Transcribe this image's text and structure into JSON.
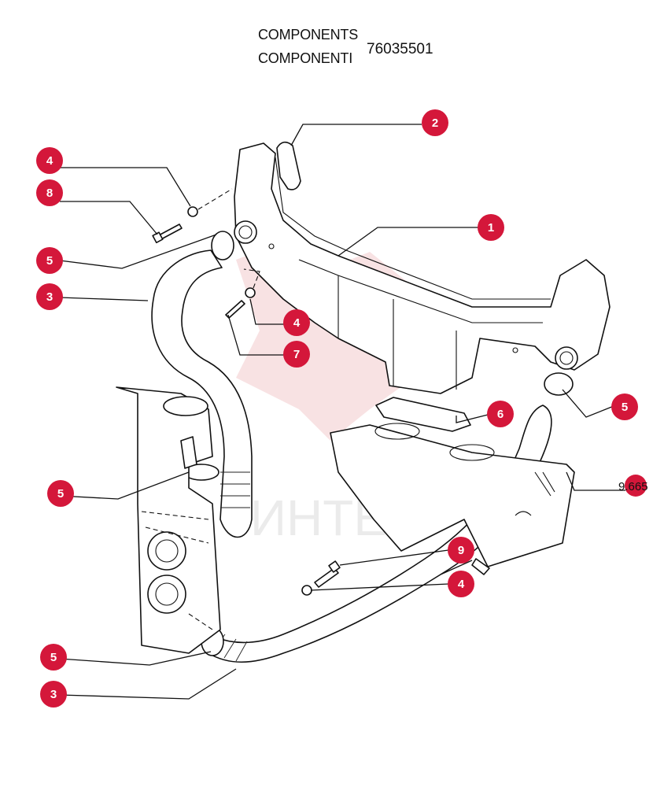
{
  "header": {
    "line1": "COMPONENTS",
    "line2": "COMPONENTI",
    "part_number": "76035501"
  },
  "watermark": {
    "text": "ИНТЕХ",
    "color": "#e8a5a8"
  },
  "callout_color": "#d4173a",
  "callouts": [
    {
      "id": "c2",
      "label": "2"
    },
    {
      "id": "c4a",
      "label": "4"
    },
    {
      "id": "c8",
      "label": "8"
    },
    {
      "id": "c1",
      "label": "1"
    },
    {
      "id": "c5a",
      "label": "5"
    },
    {
      "id": "c3a",
      "label": "3"
    },
    {
      "id": "c4b",
      "label": "4"
    },
    {
      "id": "c7",
      "label": "7"
    },
    {
      "id": "c5b",
      "label": "5"
    },
    {
      "id": "c6",
      "label": "6"
    },
    {
      "id": "c5c",
      "label": "5"
    },
    {
      "id": "c9",
      "label": "9"
    },
    {
      "id": "c4c",
      "label": "4"
    },
    {
      "id": "c5d",
      "label": "5"
    },
    {
      "id": "c3b",
      "label": "3"
    }
  ],
  "side_label": "9.665"
}
